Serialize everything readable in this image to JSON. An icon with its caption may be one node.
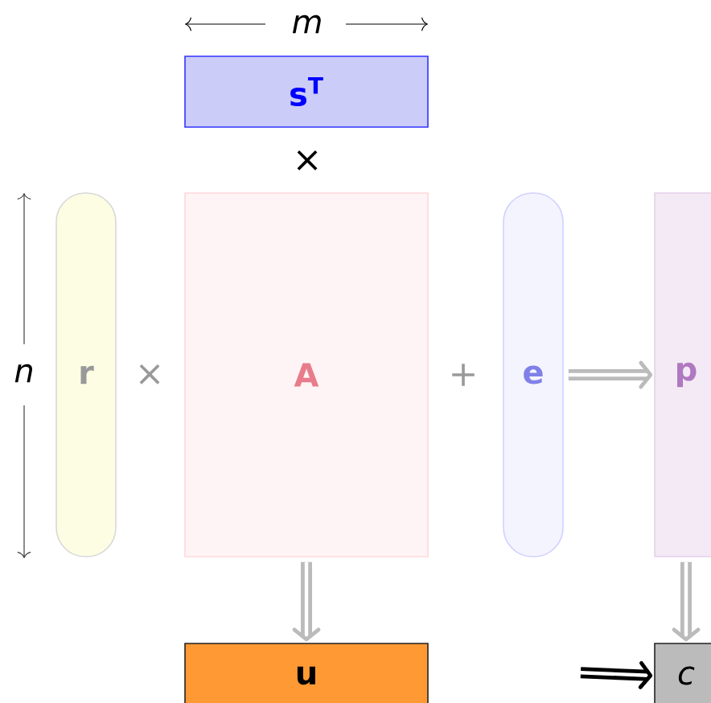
{
  "diagram": {
    "nodes": [
      {
        "text": [
          "s$^{T}$"
        ]
      },
      {
        "text": [
          "r"
        ]
      },
      {
        "text": [
          "A"
        ]
      },
      {
        "text": [
          "e"
        ]
      },
      {
        "text": [
          "p"
        ]
      },
      {
        "text": [
          "u"
        ]
      },
      {
        "text": [
          "c"
        ]
      }
    ],
    "edges": [
      {
        "from": 3,
        "to": 4,
        "arrow": "to"
      },
      {
        "from": 2,
        "to": 5,
        "arrow": "to"
      },
      {
        "from": 4,
        "to": 6,
        "arrow": "to"
      },
      {
        "from": null,
        "to": 6,
        "arrow": "to",
        "color": "#000000"
      }
    ],
    "labels": [
      "m",
      "×",
      "n",
      "×",
      "+"
    ]
  }
}
